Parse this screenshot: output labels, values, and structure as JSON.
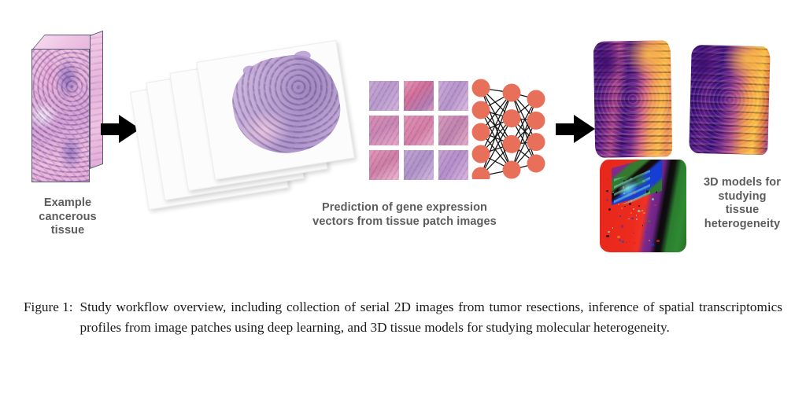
{
  "figure": {
    "caption_label": "Figure 1:",
    "caption_text": "Study workflow overview, including collection of serial 2D images from tumor resections, inference of spatial transcriptomics profiles from image patches using deep learning, and 3D tissue models for studying molecular heterogeneity.",
    "background_color": "#ffffff"
  },
  "panels": {
    "tissue_block": {
      "label": "Example\ncancerous\ntissue",
      "label_color": "#5c5c5c",
      "stain_colors": [
        "#e9b6db",
        "#d7a5d6",
        "#9b81bb",
        "#f2c6e2"
      ]
    },
    "slide_stack": {
      "slide_count": 4,
      "slide_background": "#fcfcfc",
      "tissue_colors": [
        "#bda2d3",
        "#a98dc6",
        "#d9c2e4"
      ]
    },
    "patch_grid": {
      "rows": 3,
      "columns": 3,
      "patch_count": 9,
      "patch_colors": [
        "#b99bcc",
        "#d2709a",
        "#b795cb",
        "#c787b4",
        "#d47fa6",
        "#c083ae",
        "#cd7ea4",
        "#ae93c7",
        "#b48fc9"
      ]
    },
    "neural_network": {
      "node_color": "#e8705a",
      "edge_color": "#111111",
      "layer_sizes": [
        5,
        4,
        4
      ],
      "layer_names": [
        "input-layer",
        "hidden-layer",
        "output-layer"
      ]
    },
    "prediction_label": {
      "text": "Prediction of gene expression\nvectors from tissue patch images",
      "color": "#5c5c5c"
    },
    "models_3d": {
      "label": "3D models for\nstudying\ntissue\nheterogeneity",
      "label_color": "#5c5c5c",
      "continuous_colormap": "plasma",
      "continuous_colors": [
        "#3c0d79",
        "#6b1d84",
        "#d2617a",
        "#f0934f",
        "#fbbd3e"
      ],
      "cluster_colors": [
        "#e8271c",
        "#2a7d2e",
        "#123ed6",
        "#7c2a8e",
        "#78e2d6",
        "#0b0b0b",
        "#f08a1e"
      ],
      "model_names": [
        "gene-expression-model-left",
        "gene-expression-model-right",
        "cluster-model"
      ]
    },
    "arrows": {
      "count": 2,
      "color": "#000000",
      "direction": "right"
    }
  }
}
